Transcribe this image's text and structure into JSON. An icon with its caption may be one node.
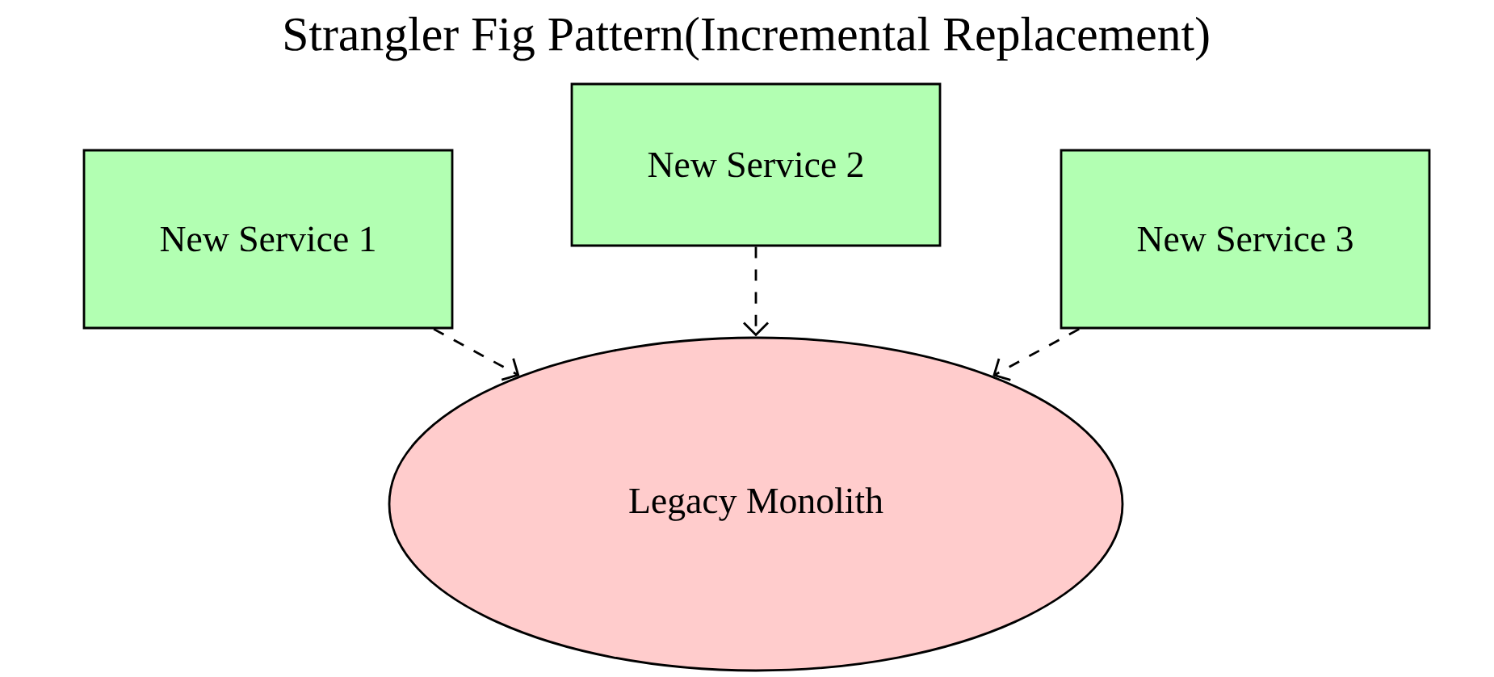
{
  "diagram": {
    "title": "Strangler Fig Pattern(Incremental Replacement)",
    "nodes": [
      {
        "text": [
          "New Service 1"
        ]
      },
      {
        "text": [
          "New Service 2"
        ]
      },
      {
        "text": [
          "New Service 3"
        ]
      },
      {
        "text": [
          "Legacy Monolith"
        ]
      }
    ],
    "edges": [
      {
        "from": 0,
        "to": 3,
        "arrow": "to",
        "style": "dashed"
      },
      {
        "from": 1,
        "to": 3,
        "arrow": "to",
        "style": "dashed"
      },
      {
        "from": 2,
        "to": 3,
        "arrow": "to",
        "style": "dashed"
      }
    ]
  }
}
